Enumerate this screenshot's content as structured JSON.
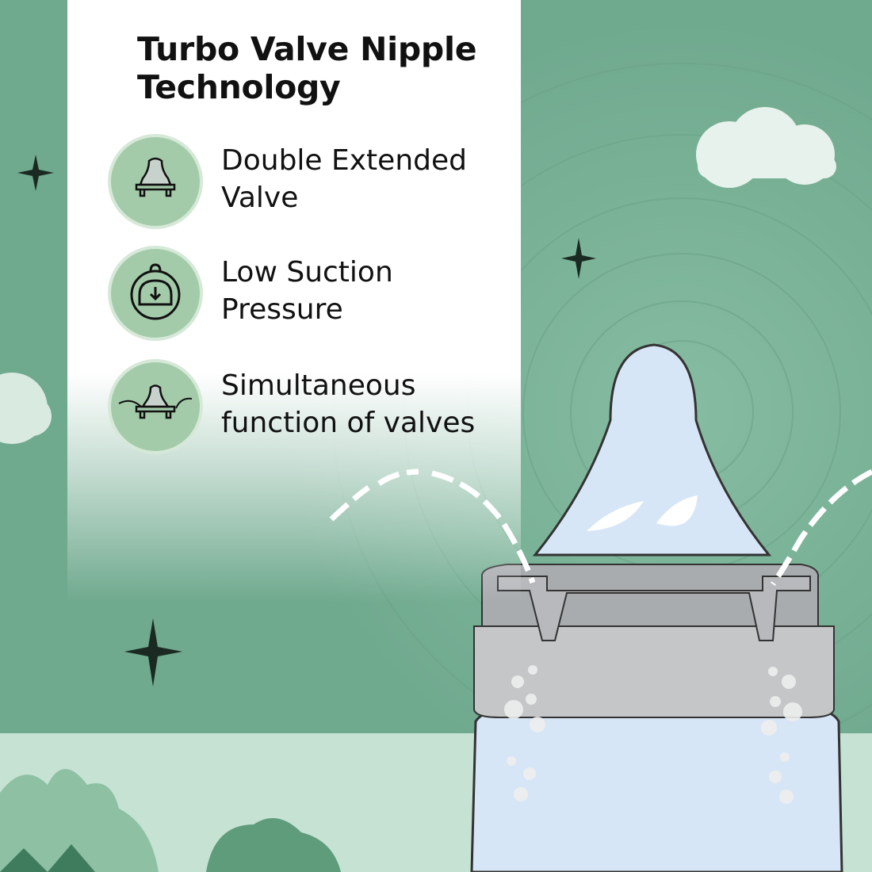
{
  "title": "Turbo Valve Nipple Technology",
  "features": [
    {
      "icon": "nipple-valve-icon",
      "label_line1": "Double Extended",
      "label_line2": "Valve"
    },
    {
      "icon": "pressure-gauge-icon",
      "label_line1": "Low Suction",
      "label_line2": "Pressure"
    },
    {
      "icon": "nipple-airflow-icon",
      "label_line1": "Simultaneous",
      "label_line2": "function of valves"
    }
  ],
  "colors": {
    "background": "#7cb39a",
    "ground": "#c6e2d3",
    "icon_circle": "#a3cba9",
    "bottle": "#d7e6f6",
    "collar": "#c4c6c8"
  }
}
